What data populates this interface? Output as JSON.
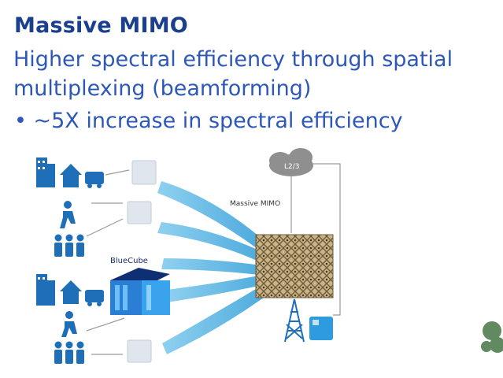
{
  "slide": {
    "title": "Massive MIMO",
    "subtitle_line1": "Higher spectral efficiency  through spatial",
    "subtitle_line2": "multiplexing (beamforming)",
    "bullet": "• ~5X increase in spectral efficiency"
  },
  "diagram": {
    "massive_mimo_label": "Massive MIMO",
    "bluecube_label": "BlueCube",
    "cloud_label": "L2/3",
    "beam_color": "#5bb8e6",
    "icon_color": "#1f6fb8"
  }
}
